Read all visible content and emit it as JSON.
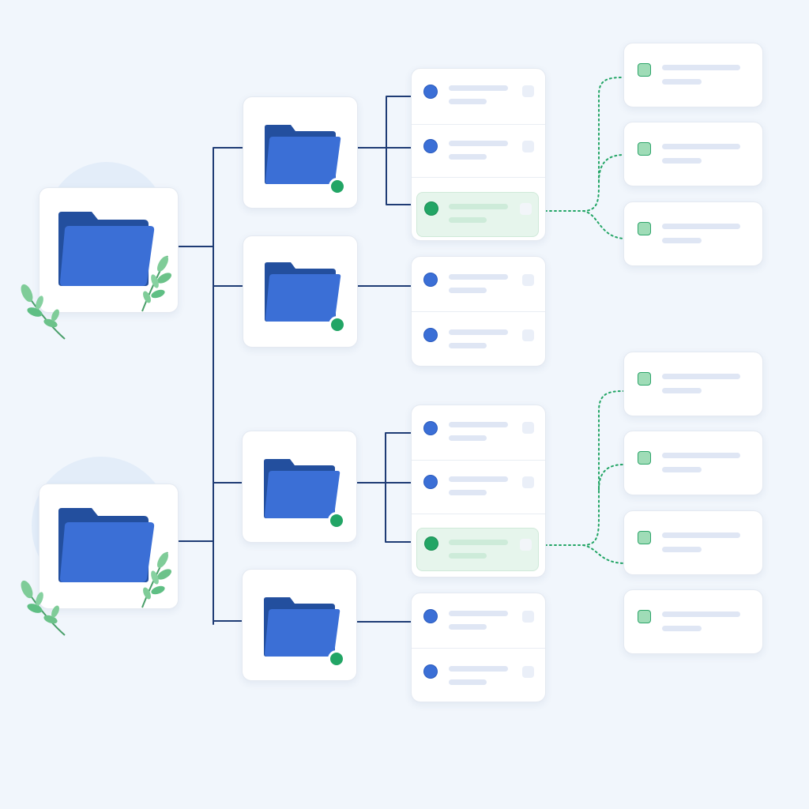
{
  "diagram": {
    "colors": {
      "background": "#f1f6fc",
      "folder_primary": "#3b6fd6",
      "folder_back": "#234f9e",
      "connector_navy": "#1f3c75",
      "connector_green": "#22a565",
      "status_green": "#22a565",
      "leaf_green": "#5fbf84",
      "placeholder_bar": "#dfe6f4"
    },
    "icons": [
      "folder-icon",
      "status-dot",
      "leaf-sprig",
      "list-dot",
      "checkbox-square"
    ],
    "root_folders": [
      {
        "name": "root-folder-1",
        "children": [
          {
            "name": "folder-1a",
            "items": 3,
            "active_item": 3,
            "detail_cards": 3
          },
          {
            "name": "folder-1b",
            "items": 2
          }
        ]
      },
      {
        "name": "root-folder-2",
        "children": [
          {
            "name": "folder-2a",
            "items": 3,
            "active_item": 3,
            "detail_cards": 4
          },
          {
            "name": "folder-2b",
            "items": 2
          }
        ]
      }
    ]
  }
}
